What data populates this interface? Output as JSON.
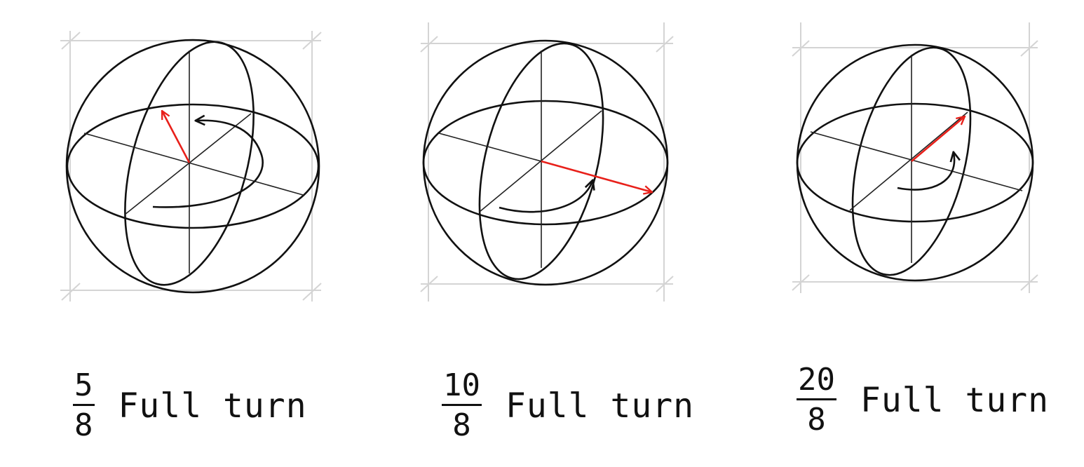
{
  "colors": {
    "ink": "#111111",
    "guide": "#d4d4d4",
    "vector": "#e8201a"
  },
  "panels": [
    {
      "numerator": "5",
      "denominator": "8",
      "label": "Full turn"
    },
    {
      "numerator": "10",
      "denominator": "8",
      "label": "Full turn"
    },
    {
      "numerator": "20",
      "denominator": "8",
      "label": "Full turn"
    }
  ]
}
